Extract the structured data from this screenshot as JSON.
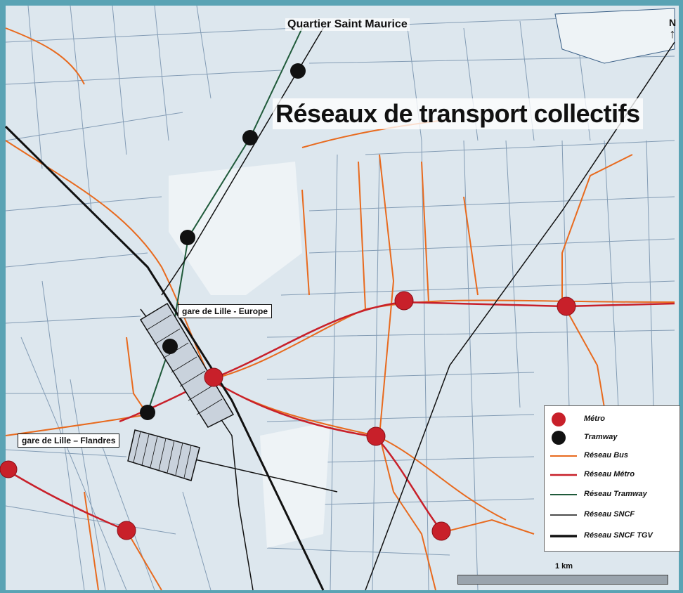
{
  "titles": {
    "main": "Réseaux de transport collectifs",
    "quarter": "Quartier Saint Maurice",
    "north": "N"
  },
  "stations": {
    "europe": "gare de Lille - Europe",
    "flandres": "gare de Lille – Flandres"
  },
  "legend": {
    "items": [
      {
        "label": "Métro",
        "kind": "metro-dot"
      },
      {
        "label": "Tramway",
        "kind": "tram-dot"
      },
      {
        "label": "Réseau Bus",
        "kind": "bus-line"
      },
      {
        "label": "Réseau Métro",
        "kind": "metro-line"
      },
      {
        "label": "Réseau Tramway",
        "kind": "tram-line"
      },
      {
        "label": "Réseau SNCF",
        "kind": "sncf-line"
      },
      {
        "label": "Réseau SNCF TGV",
        "kind": "tgv-line"
      }
    ]
  },
  "scale": {
    "label": "1 km"
  },
  "colors": {
    "frame": "#5aa3b4",
    "map_bg": "#dde7ee",
    "street": "#3a5f86",
    "metro": "#c8202a",
    "bus": "#e86a1e",
    "tram": "#1f5a3a",
    "sncf": "#111111"
  }
}
